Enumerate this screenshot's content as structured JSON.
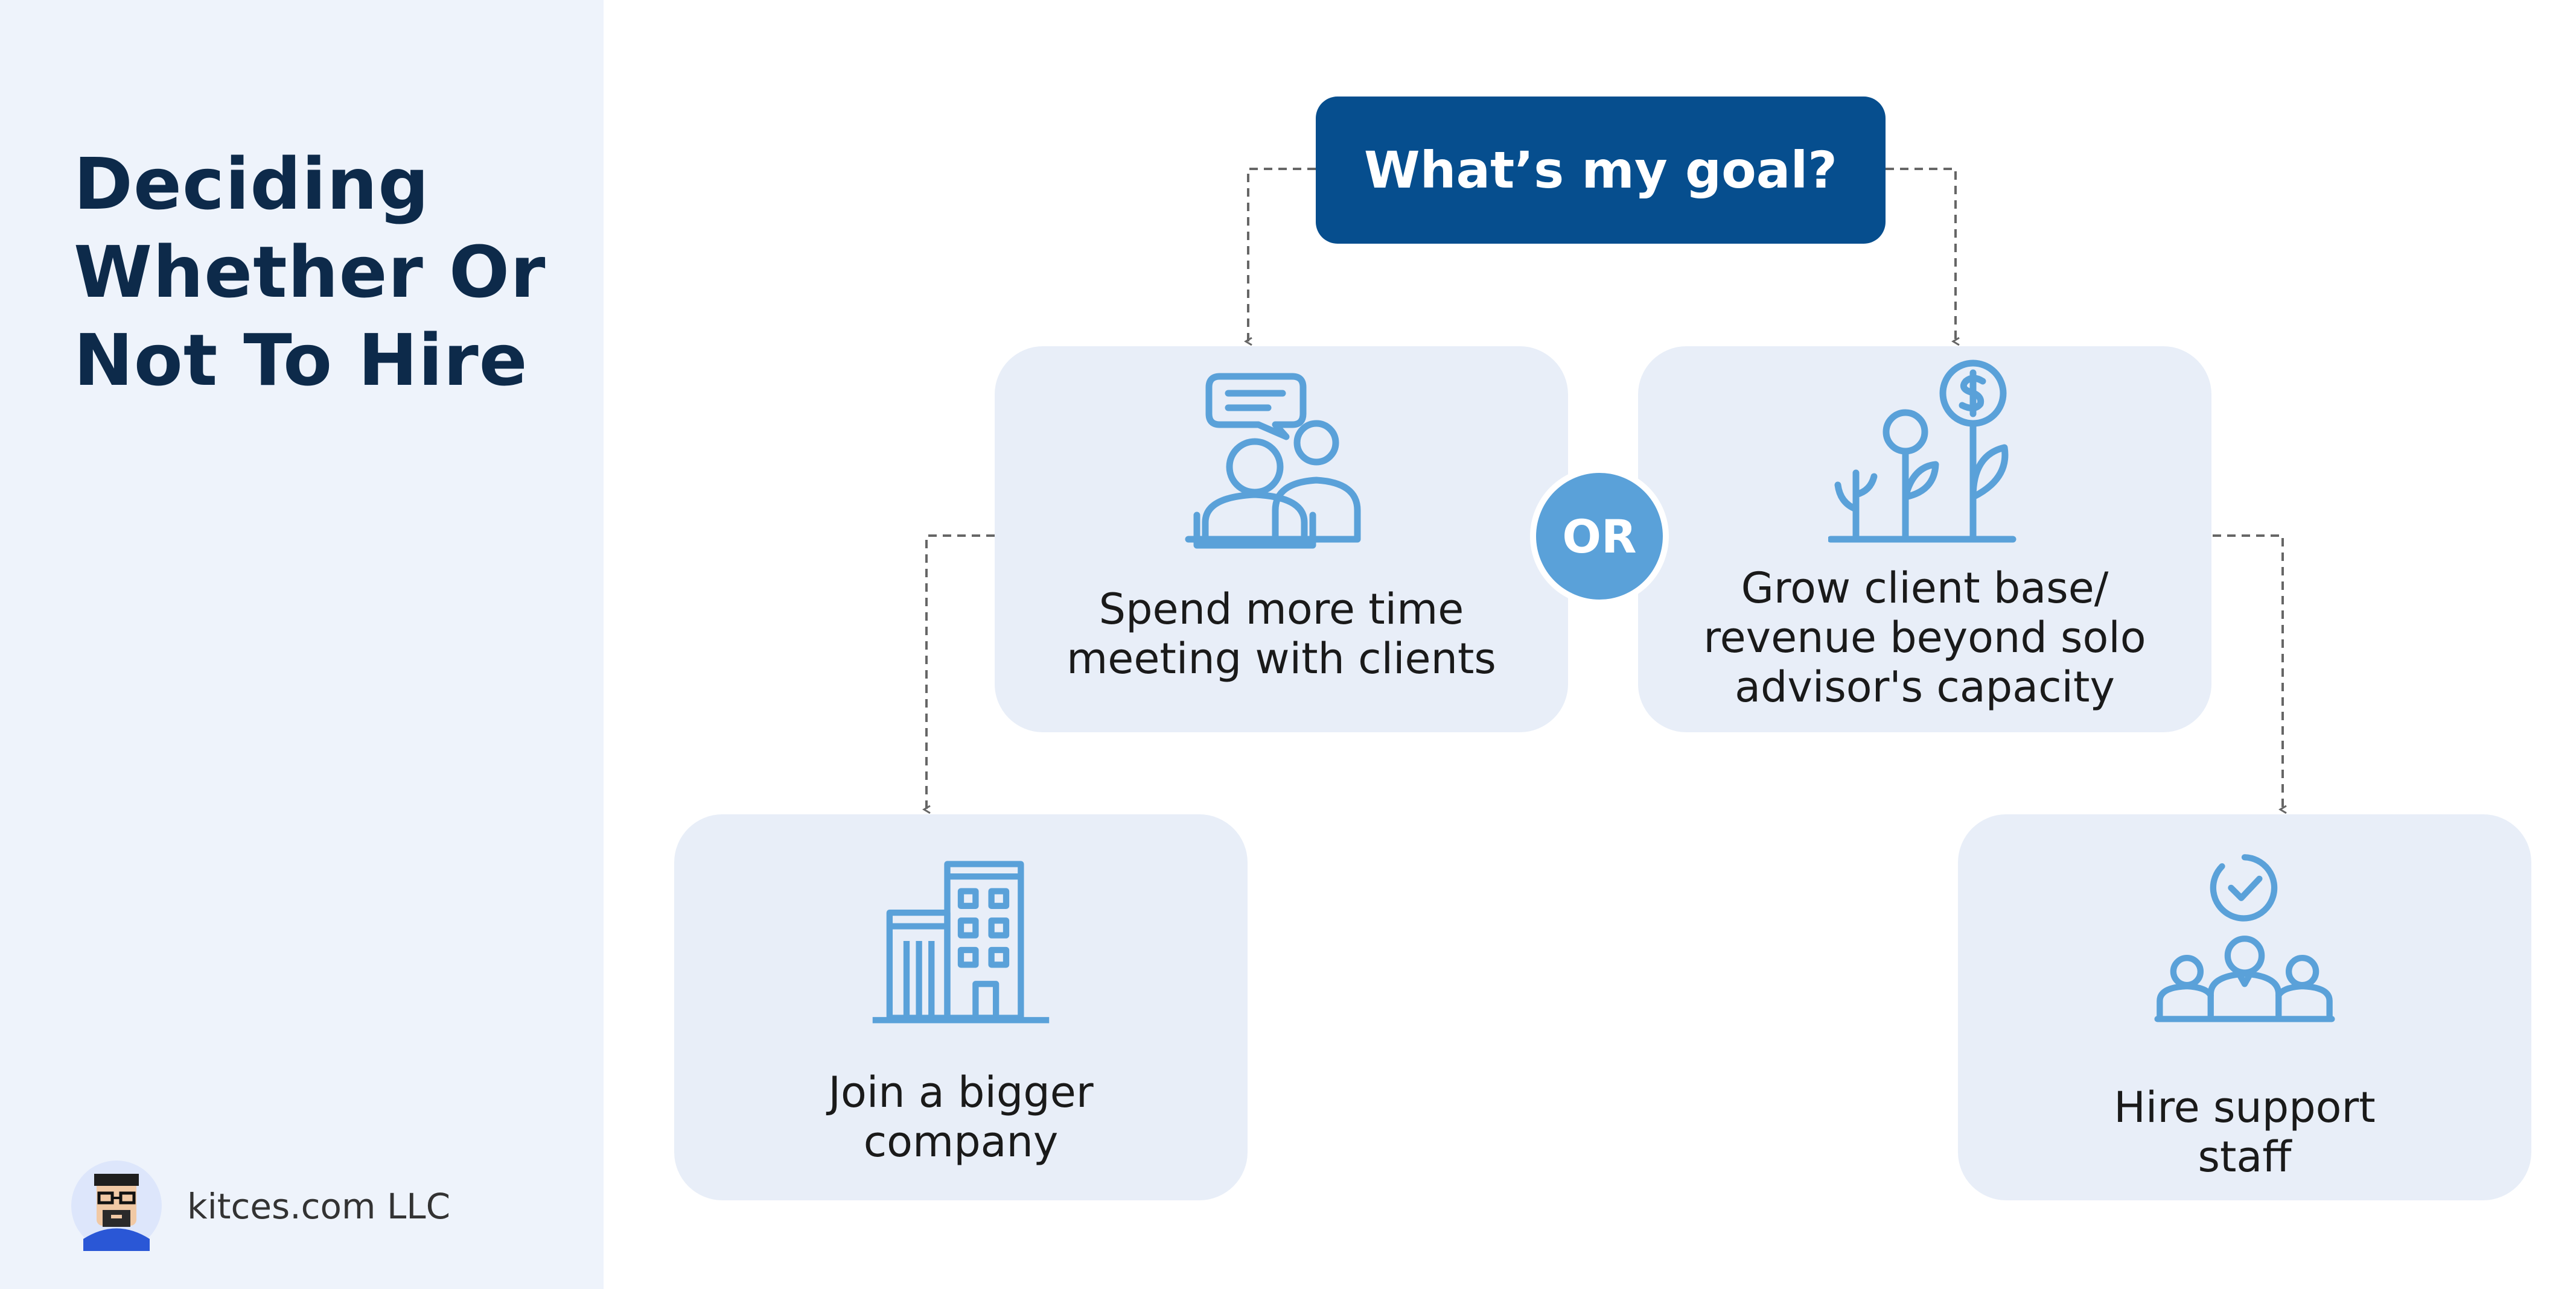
{
  "sidebar": {
    "title": "Deciding\nWhether Or\nNot To Hire",
    "brand": "kitces.com LLC"
  },
  "diagram": {
    "goal": "What’s my goal?",
    "or_label": "OR",
    "options": [
      {
        "label": "Spend more time\nmeeting with clients",
        "icon": "meeting-icon"
      },
      {
        "label": "Grow client base/\nrevenue beyond solo\nadvisor's capacity",
        "icon": "growth-plant-icon"
      }
    ],
    "outcomes": [
      {
        "label": "Join a bigger\ncompany",
        "icon": "office-building-icon"
      },
      {
        "label": "Hire support\nstaff",
        "icon": "team-check-icon"
      }
    ]
  },
  "colors": {
    "sidebar_bg": "#eef3fb",
    "title": "#0d2a4a",
    "goal_bg": "#064e8e",
    "card_bg": "#e8eef8",
    "icon": "#5aa1d9",
    "connector": "#666666"
  }
}
